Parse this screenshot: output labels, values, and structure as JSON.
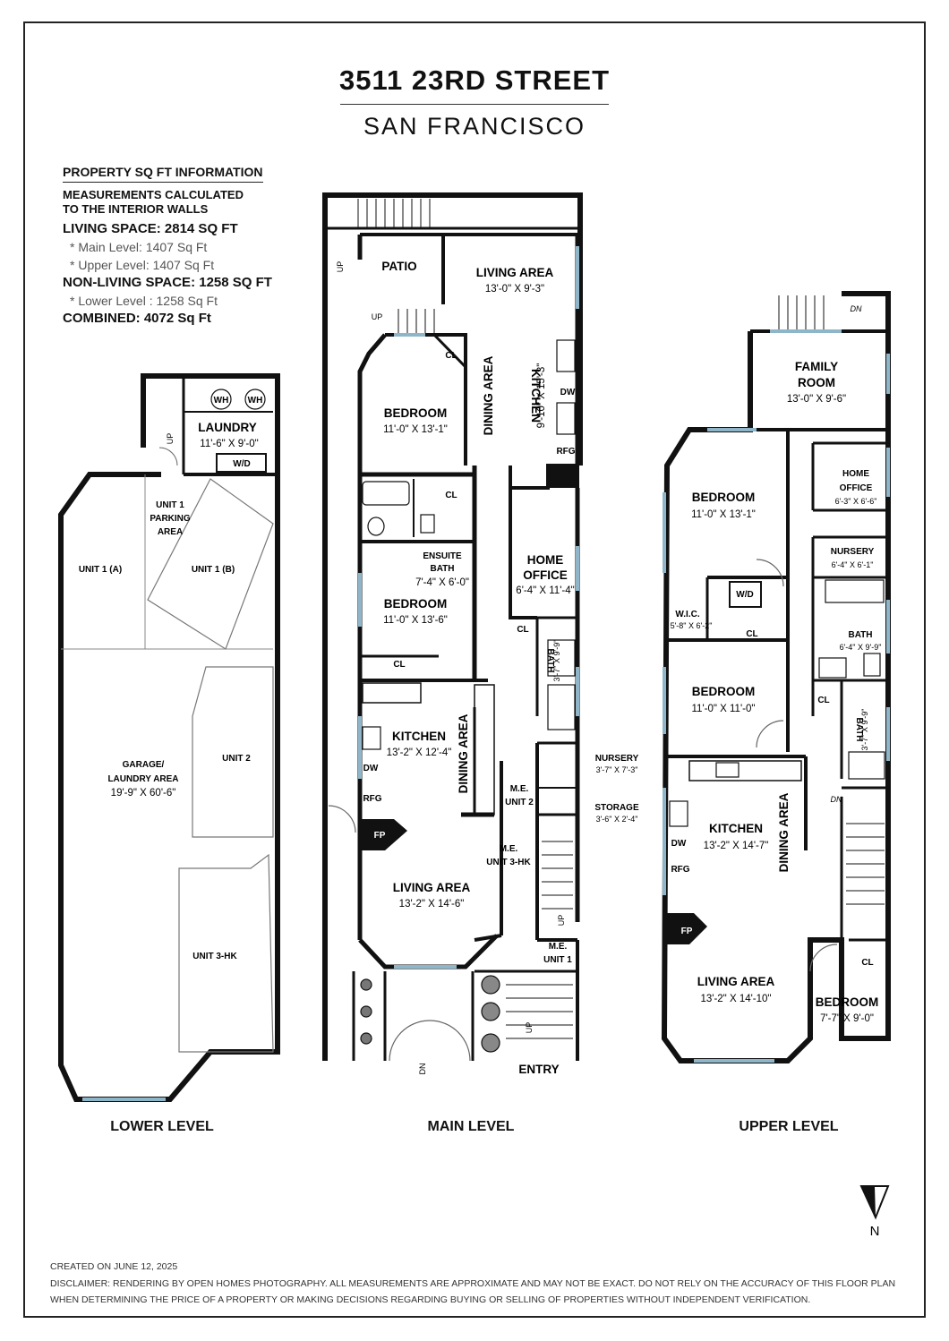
{
  "header": {
    "address": "3511 23RD STREET",
    "city": "SAN FRANCISCO"
  },
  "sqft_info": {
    "heading": "PROPERTY SQ FT INFORMATION",
    "note_line1": "MEASUREMENTS CALCULATED",
    "note_line2": "TO THE INTERIOR WALLS",
    "living": "LIVING SPACE: 2814 SQ FT",
    "main_level": "*  Main Level:   1407 Sq Ft",
    "upper_level": "*  Upper Level:   1407 Sq Ft",
    "non_living": "NON-LIVING SPACE: 1258 SQ FT",
    "lower_level": "*  Lower Level :   1258 Sq Ft",
    "combined": "COMBINED:      4072  Sq Ft"
  },
  "levels": {
    "lower": "LOWER LEVEL",
    "main": "MAIN LEVEL",
    "upper": "UPPER LEVEL"
  },
  "lower_rooms": {
    "laundry": "LAUNDRY",
    "laundry_dim": "11'-6\" X 9'-0\"",
    "wh": "WH",
    "wd": "W/D",
    "up": "UP",
    "unit1_parking_1": "UNIT 1",
    "unit1_parking_2": "PARKING",
    "unit1_parking_3": "AREA",
    "unit1a": "UNIT 1 (A)",
    "unit1b": "UNIT 1 (B)",
    "garage_1": "GARAGE/",
    "garage_2": "LAUNDRY AREA",
    "garage_dim": "19'-9\" X 60'-6\"",
    "unit2": "UNIT 2",
    "unit3": "UNIT 3-HK"
  },
  "main_rooms": {
    "patio": "PATIO",
    "living_top": "LIVING AREA",
    "living_top_dim": "13'-0\" X 9'-3\"",
    "bedroom1": "BEDROOM",
    "bedroom1_dim": "11'-0\" X 13'-1\"",
    "dining_top": "DINING AREA",
    "kitchen_top": "KITCHEN",
    "kitchen_top_dim": "9'-10\" X 15'-3\"",
    "cl": "CL",
    "dw": "DW",
    "rfg": "RFG",
    "up": "UP",
    "dn": "DN",
    "ensuite_1": "ENSUITE",
    "ensuite_2": "BATH",
    "ensuite_dim": "7'-4\" X 6'-0\"",
    "home_office_1": "HOME",
    "home_office_2": "OFFICE",
    "home_office_dim": "6'-4\" X 11'-4\"",
    "bedroom2": "BEDROOM",
    "bedroom2_dim": "11'-0\" X 13'-6\"",
    "bath": "BATH",
    "bath_dim": "3'-7\" X 9'-9\"",
    "kitchen_mid": "KITCHEN",
    "kitchen_mid_dim": "13'-2\" X 12'-4\"",
    "dining_mid": "DINING AREA",
    "nursery": "NURSERY",
    "nursery_dim": "3'-7\" X 7'-3\"",
    "me_unit2_1": "M.E.",
    "me_unit2_2": "UNIT 2",
    "storage": "STORAGE",
    "storage_dim": "3'-6\" X 2'-4\"",
    "fp": "FP",
    "me_unit3_1": "M.E.",
    "me_unit3_2": "UNIT 3-HK",
    "living_bot": "LIVING AREA",
    "living_bot_dim": "13'-2\" X 14'-6\"",
    "me_unit1_1": "M.E.",
    "me_unit1_2": "UNIT 1",
    "entry": "ENTRY"
  },
  "upper_rooms": {
    "dn": "DN",
    "family_1": "FAMILY",
    "family_2": "ROOM",
    "family_dim": "13'-0\" X 9'-6\"",
    "home_office_1": "HOME",
    "home_office_2": "OFFICE",
    "home_office_dim": "6'-3\" X 6'-6\"",
    "bedroom1": "BEDROOM",
    "bedroom1_dim": "11'-0\" X 13'-1\"",
    "nursery": "NURSERY",
    "nursery_dim": "6'-4\" X 6'-1\"",
    "wd": "W/D",
    "wic": "W.I.C.",
    "wic_dim": "5'-8\" X 6'-2\"",
    "cl": "CL",
    "bath": "BATH",
    "bath_dim": "6'-4\" X 9'-9\"",
    "bedroom2": "BEDROOM",
    "bedroom2_dim": "11'-0\" X 11'-0\"",
    "bath2": "BATH",
    "bath2_dim": "3'-7\" X 9'-9\"",
    "kitchen": "KITCHEN",
    "kitchen_dim": "13'-2\" X 14'-7\"",
    "dining": "DINING AREA",
    "dw": "DW",
    "rfg": "RFG",
    "fp": "FP",
    "living": "LIVING AREA",
    "living_dim": "13'-2\" X 14'-10\"",
    "bedroom3": "BEDROOM",
    "bedroom3_dim": "7'-7\" X 9'-0\""
  },
  "compass": {
    "north": "N"
  },
  "footer": {
    "created": "CREATED ON JUNE 12, 2025",
    "disclaimer1": "DISCLAIMER: RENDERING BY OPEN HOMES PHOTOGRAPHY. ALL MEASUREMENTS ARE APPROXIMATE AND MAY NOT BE EXACT. DO NOT RELY ON THE ACCURACY OF THIS FLOOR PLAN",
    "disclaimer2": "WHEN DETERMINING THE PRICE OF A PROPERTY OR MAKING DECISIONS REGARDING BUYING OR SELLING OF PROPERTIES WITHOUT INDEPENDENT VERIFICATION."
  }
}
